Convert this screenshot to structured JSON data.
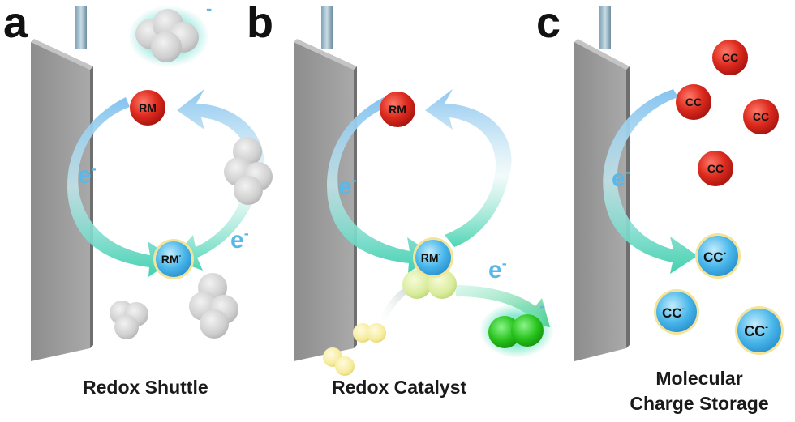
{
  "panels": [
    {
      "letter": "a",
      "caption": "Redox Shuttle",
      "top_node": "RM",
      "bottom_node": "RM",
      "bottom_node_charge": "-",
      "electron_labels": [
        "e",
        "e"
      ],
      "electron_charge": "-",
      "cluster_charge": "-"
    },
    {
      "letter": "b",
      "caption": "Redox Catalyst",
      "top_node": "RM",
      "bottom_node": "RM",
      "bottom_node_charge": "-",
      "electron_labels": [
        "e",
        "e"
      ],
      "electron_charge": "-",
      "product_charge": "-"
    },
    {
      "letter": "c",
      "caption_line1": "Molecular",
      "caption_line2": "Charge Storage",
      "cc_label": "CC",
      "cc_reduced_label": "CC",
      "cc_charge": "-",
      "electron_label": "e",
      "electron_charge": "-"
    }
  ],
  "colors": {
    "electrode": "#9a9a9a",
    "red_species": "#d42a20",
    "blue_species": "#45b5ea",
    "arrow_blue": "#7ec4ee",
    "arrow_teal": "#4fd3b4",
    "grey_cluster": "#cfcfcf",
    "yellow_species": "#f4ea9a",
    "green_product": "#22c21a"
  }
}
